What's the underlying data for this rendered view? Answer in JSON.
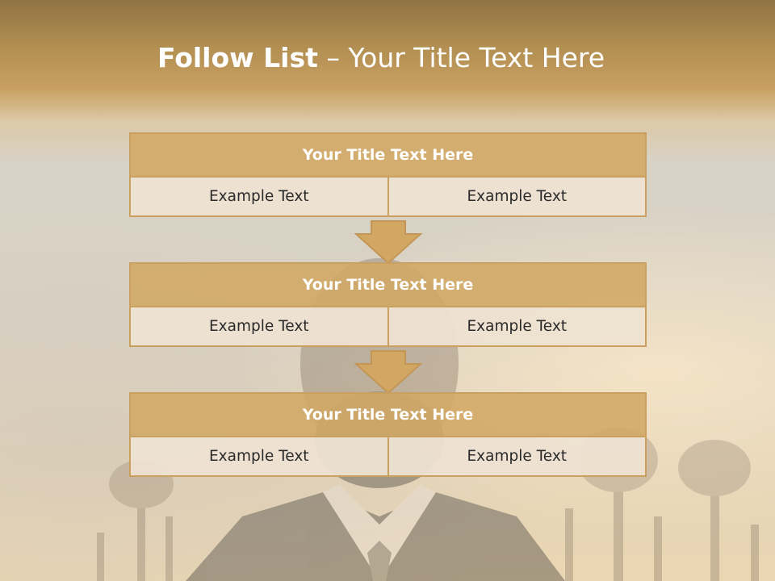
{
  "slide": {
    "title_bold": "Follow List",
    "title_rest": " – Your Title Text Here",
    "colors": {
      "header_fill": "#d2a764",
      "cell_fill": "#eee2d2",
      "border": "#c9a060",
      "band": "#b38f52"
    },
    "blocks": [
      {
        "title": "Your Title Text Here",
        "left": "Example Text",
        "right": "Example Text"
      },
      {
        "title": "Your Title Text Here",
        "left": "Example Text",
        "right": "Example Text"
      },
      {
        "title": "Your Title Text Here",
        "left": "Example Text",
        "right": "Example Text"
      }
    ]
  }
}
